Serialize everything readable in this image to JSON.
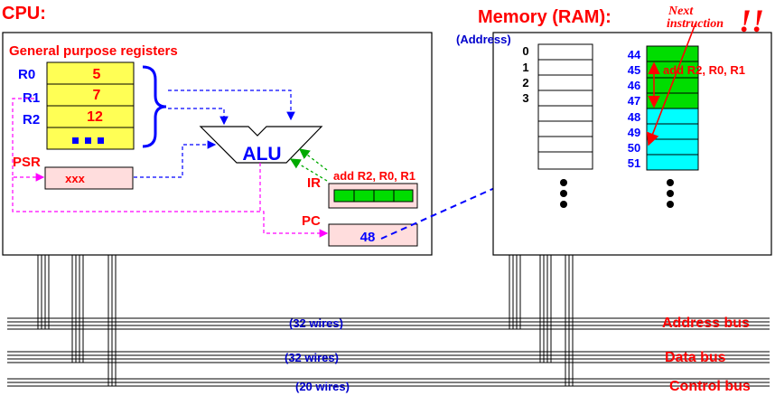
{
  "cpu": {
    "title": "CPU:",
    "registers_heading": "General purpose registers",
    "registers": [
      {
        "name": "R0",
        "value": "5"
      },
      {
        "name": "R1",
        "value": "7"
      },
      {
        "name": "R2",
        "value": "12"
      },
      {
        "name": "",
        "value": "..."
      }
    ],
    "psr_label": "PSR",
    "psr_value": "xxx",
    "alu_label": "ALU",
    "ir_label": "IR",
    "ir_instruction": "add R2, R0, R1",
    "pc_label": "PC",
    "pc_value": "48"
  },
  "memory": {
    "title": "Memory (RAM):",
    "address_heading": "(Address)",
    "left_addresses": [
      "0",
      "1",
      "2",
      "3"
    ],
    "right_addresses": [
      "44",
      "45",
      "46",
      "47",
      "48",
      "49",
      "50",
      "51"
    ],
    "instruction_text": "add R2, R0, R1",
    "note_line1": "Next",
    "note_line2": "instruction",
    "note_mark": "!!"
  },
  "buses": [
    {
      "wires": "(32 wires)",
      "name": "Address bus"
    },
    {
      "wires": "(32 wires)",
      "name": "Data bus"
    },
    {
      "wires": "(20 wires)",
      "name": "Control bus"
    }
  ],
  "colors": {
    "register_fill": "#ffff55",
    "pink_fill": "#ffdddd",
    "green_fill": "#00dd00",
    "cyan_fill": "#00ffff",
    "label_red": "#ff0000",
    "label_blue": "#0000ff"
  }
}
